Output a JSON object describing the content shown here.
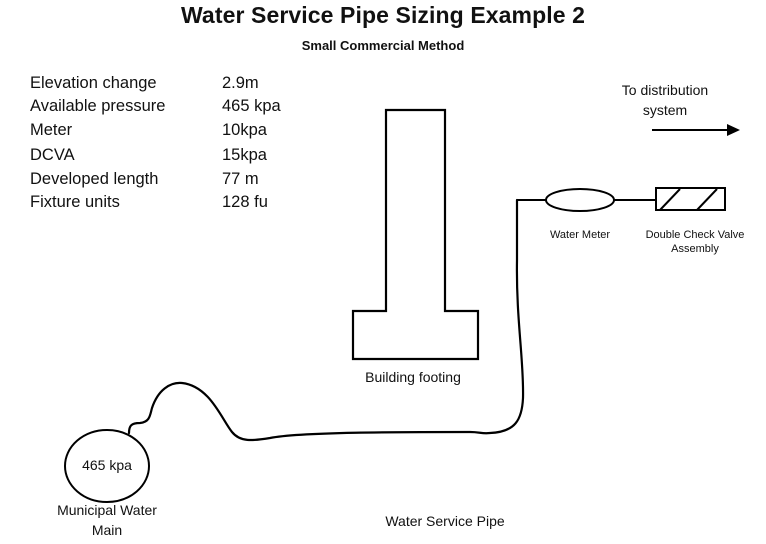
{
  "title": "Water Service Pipe Sizing Example 2",
  "subtitle": "Small Commercial Method",
  "parameters": [
    {
      "label": "Elevation change",
      "value": "2.9m"
    },
    {
      "label": "Available pressure",
      "value": "465 kpa"
    },
    {
      "label": "Meter",
      "value": "10kpa"
    },
    {
      "label": "DCVA",
      "value": "15kpa"
    },
    {
      "label": "Developed length",
      "value": "77 m"
    },
    {
      "label": "Fixture units",
      "value": "128 fu"
    }
  ],
  "labels": {
    "distribution_line1": "To distribution",
    "distribution_line2": "system",
    "water_meter": "Water Meter",
    "dcva_line1": "Double Check Valve",
    "dcva_line2": "Assembly",
    "building_footing": "Building footing",
    "main_pressure": "465 kpa",
    "main_line1": "Municipal Water",
    "main_line2": "Main",
    "service_pipe": "Water Service Pipe"
  }
}
